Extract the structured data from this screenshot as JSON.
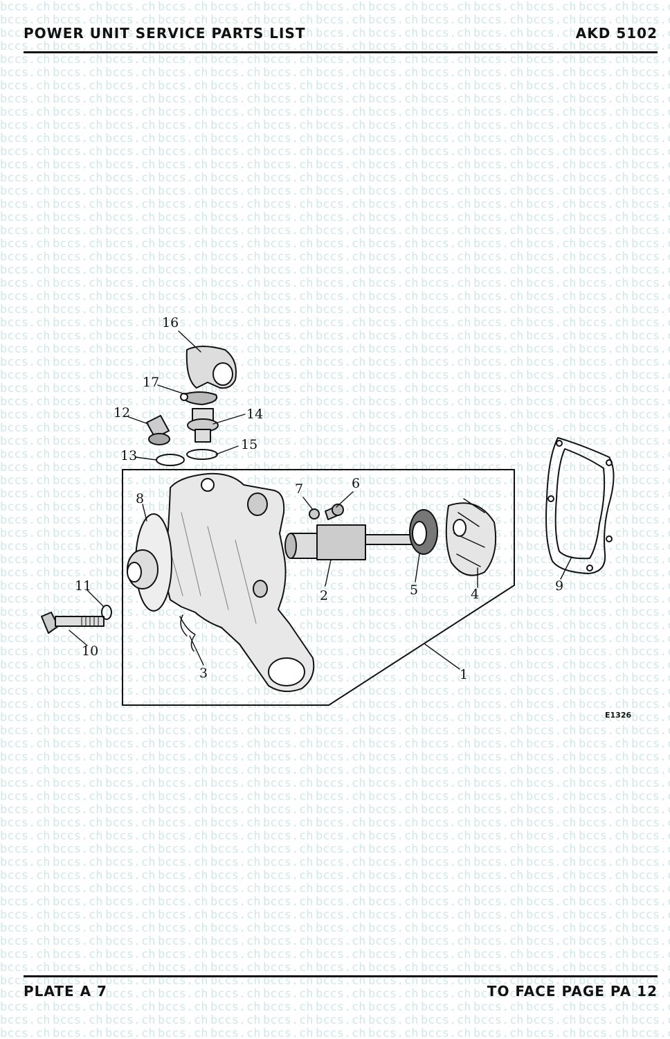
{
  "header": {
    "title": "POWER UNIT SERVICE PARTS LIST",
    "code": "AKD 5102"
  },
  "footer": {
    "plate": "PLATE A 7",
    "page_ref": "TO FACE PAGE PA 12"
  },
  "watermark": {
    "text": "bccs.ch",
    "color": "#cfe3e3"
  },
  "diagram": {
    "reference": "E1326",
    "callouts": [
      "1",
      "2",
      "3",
      "4",
      "5",
      "6",
      "7",
      "8",
      "9",
      "10",
      "11",
      "12",
      "13",
      "14",
      "15",
      "16",
      "17"
    ]
  }
}
